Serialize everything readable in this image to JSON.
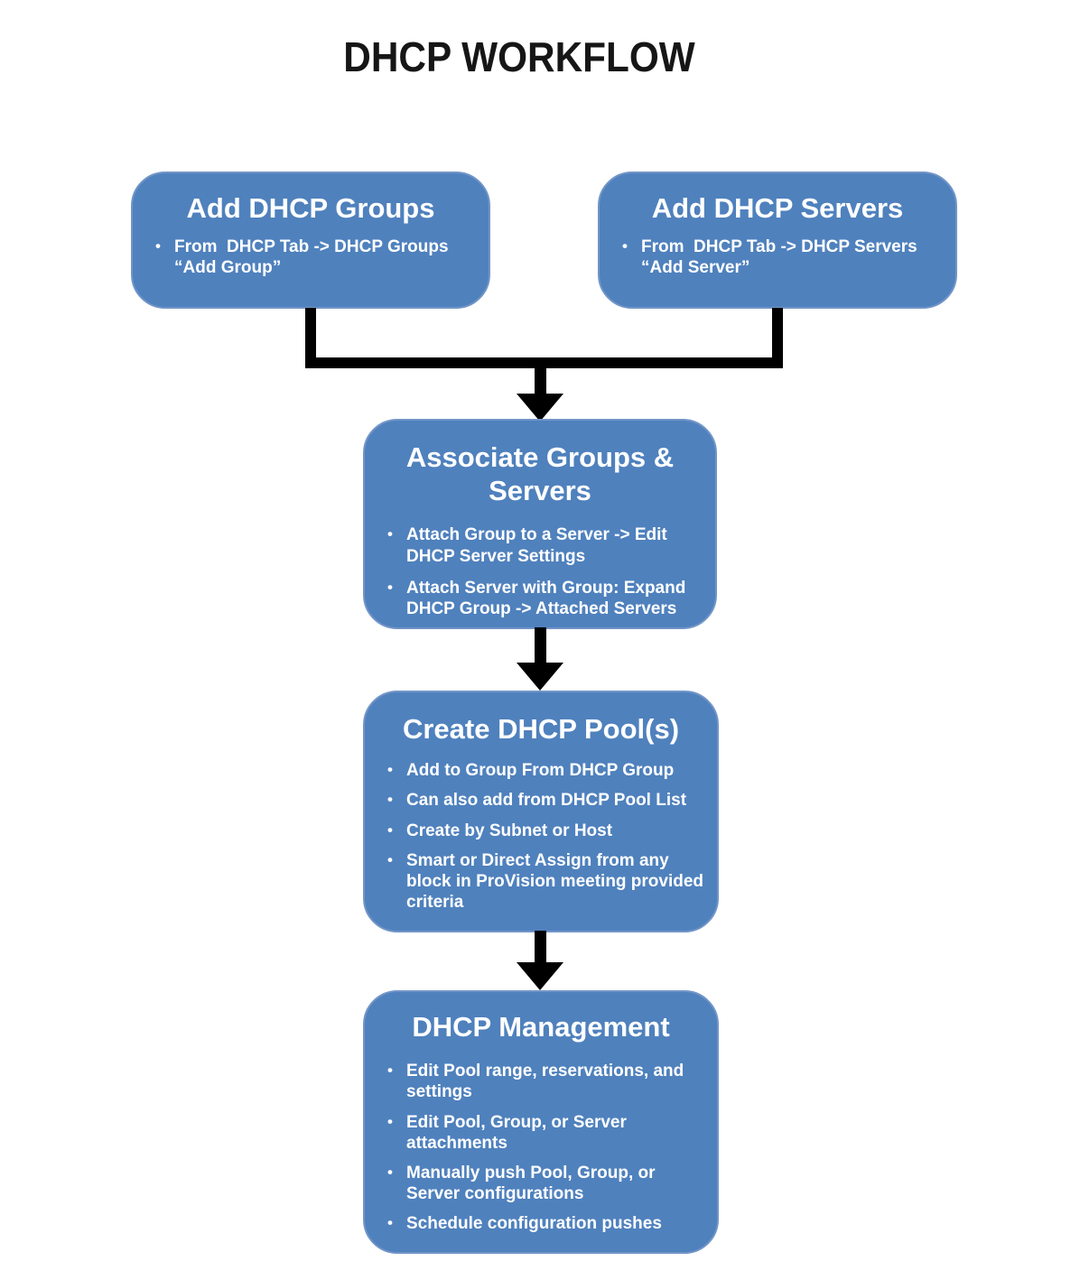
{
  "title": "DHCP WORKFLOW",
  "colors": {
    "box_fill": "#4f81bd",
    "box_border": "#7295c7",
    "connector": "#000000",
    "box_text": "#ffffff",
    "title_color": "#161616",
    "page_bg": "#ffffff"
  },
  "boxes": [
    {
      "id": "add-dhcp-groups",
      "title": "Add DHCP Groups",
      "bullets": [
        "From  DHCP Tab -> DHCP Groups\n“Add Group”"
      ]
    },
    {
      "id": "add-dhcp-servers",
      "title": "Add DHCP Servers",
      "bullets": [
        "From  DHCP Tab -> DHCP Servers\n“Add Server”"
      ]
    },
    {
      "id": "associate-groups-servers",
      "title": "Associate Groups &\nServers",
      "bullets": [
        "Attach Group to a Server -> Edit\nDHCP Server Settings",
        "Attach Server with Group: Expand\nDHCP Group -> Attached Servers"
      ]
    },
    {
      "id": "create-dhcp-pools",
      "title": "Create DHCP Pool(s)",
      "bullets": [
        "Add to Group From DHCP Group",
        "Can also add from DHCP Pool List",
        "Create by Subnet or Host",
        "Smart or Direct Assign from any\nblock in ProVision meeting provided\ncriteria"
      ]
    },
    {
      "id": "dhcp-management",
      "title": "DHCP Management",
      "bullets": [
        "Edit Pool range, reservations, and\nsettings",
        "Edit Pool, Group, or Server\nattachments",
        "Manually push Pool, Group, or\nServer configurations",
        "Schedule configuration pushes"
      ]
    }
  ]
}
